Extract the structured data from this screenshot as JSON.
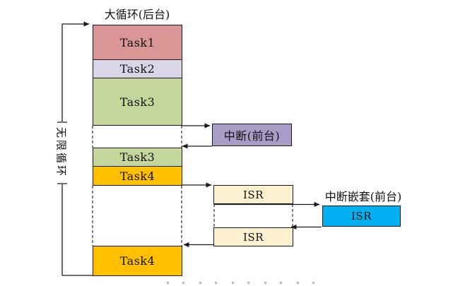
{
  "diagram": {
    "title": "大循环(后台)",
    "infinite_loop_label": "无限循环",
    "background_tasks": [
      {
        "label": "Task1",
        "color": "#D99694"
      },
      {
        "label": "Task2",
        "color": "#DAD5E8"
      },
      {
        "label": "Task3",
        "color": "#C3D69B"
      },
      {
        "label": "Task3",
        "color": "#C3D69B"
      },
      {
        "label": "Task4",
        "color": "#FFC000"
      },
      {
        "label": "Task4",
        "color": "#FFC000"
      }
    ],
    "foreground_interrupt": {
      "label": "中断(前台)",
      "color": "#A99DC8"
    },
    "isr_boxes": [
      {
        "label": "ISR",
        "color": "#FCF0D0"
      },
      {
        "label": "ISR",
        "color": "#FCF0D0"
      }
    ],
    "nested_interrupt": {
      "title": "中断嵌套(前台)",
      "label": "ISR",
      "color": "#00B0F0"
    },
    "line_color": "#1a1a1a"
  }
}
